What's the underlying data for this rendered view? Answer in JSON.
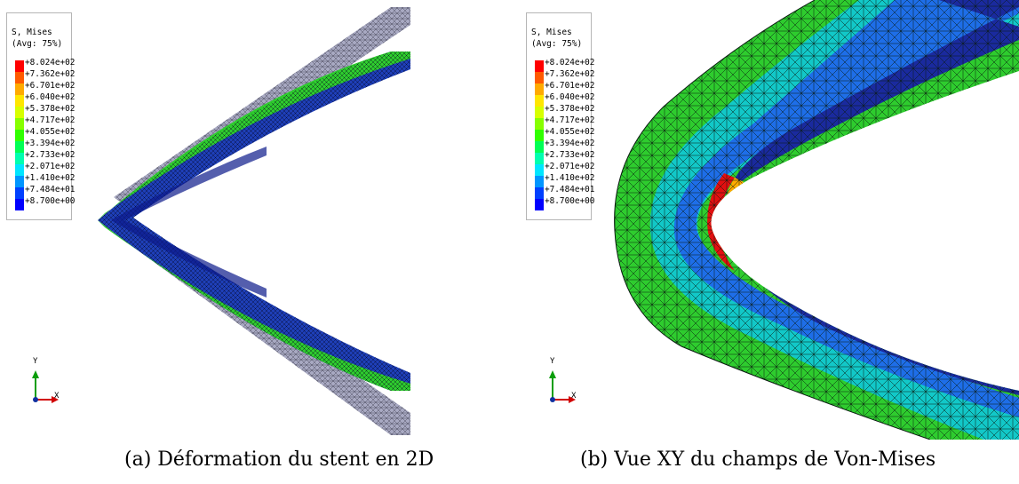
{
  "legend": {
    "title": "S, Mises",
    "subtitle": "(Avg: 75%)",
    "labels": [
      "+8.024e+02",
      "+7.362e+02",
      "+6.701e+02",
      "+6.040e+02",
      "+5.378e+02",
      "+4.717e+02",
      "+4.055e+02",
      "+3.394e+02",
      "+2.733e+02",
      "+2.071e+02",
      "+1.410e+02",
      "+7.484e+01",
      "+8.700e+00"
    ],
    "colors": [
      "#ff0000",
      "#ff5a00",
      "#ffaa00",
      "#ffe600",
      "#d7ff00",
      "#87ff00",
      "#30ff00",
      "#00ff55",
      "#00ffaf",
      "#00e6ff",
      "#0096ff",
      "#0040ff",
      "#0000ff"
    ]
  },
  "triad": {
    "x_label": "X",
    "y_label": "Y",
    "colors": {
      "x": "#d10000",
      "y": "#0a9e0a",
      "z": "#1030a0"
    }
  },
  "captions": {
    "a": "(a) Déformation du stent en 2D",
    "b": "(b) Vue XY du champs de Von-Mises"
  },
  "mesh_colors": {
    "gray": "#a8a9c2",
    "dark_blue": "#1a2a9e",
    "blue": "#1e6ee8",
    "cyan": "#12c8c8",
    "teal": "#18c896",
    "green": "#2ecc2e",
    "red": "#e11010"
  }
}
